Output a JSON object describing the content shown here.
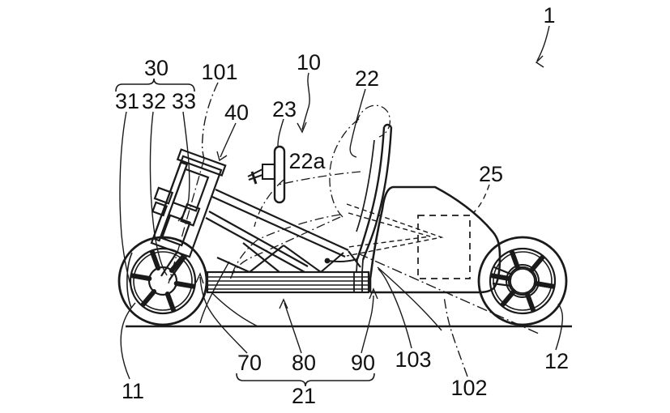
{
  "figure": {
    "kind": "patent-line-drawing",
    "subject": "side view of a leaning three-wheeled vehicle chassis with rider phantom outline",
    "colors": {
      "line": "#1a1a1a",
      "background": "#ffffff"
    },
    "labels": {
      "n1": "1",
      "n10": "10",
      "n11": "11",
      "n12": "12",
      "n21": "21",
      "n22": "22",
      "n22a": "22a",
      "n23": "23",
      "n25": "25",
      "n30": "30",
      "n31": "31",
      "n32": "32",
      "n33": "33",
      "n40": "40",
      "n70": "70",
      "n80": "80",
      "n90": "90",
      "n101": "101",
      "n102": "102",
      "n103": "103"
    }
  }
}
